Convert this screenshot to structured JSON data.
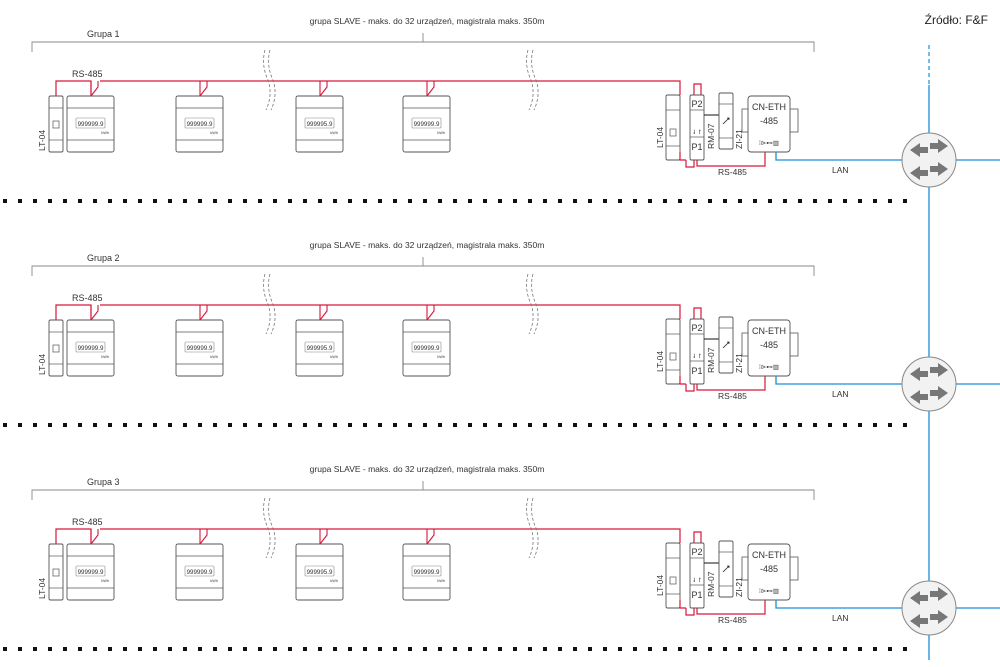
{
  "source": "Źródło: F&F",
  "colors": {
    "rs485": "#d6173c",
    "lan": "#1a8fd8",
    "outline": "#555555",
    "bracket": "#888888",
    "separator": "#111111",
    "switch_fill": "#f2f2f2",
    "switch_arrow": "#777777"
  },
  "groups": [
    {
      "name": "Grupa 1",
      "caption": "grupa SLAVE - maks. do 32 urządzeń, magistrala maks. 350m",
      "bus_label": "RS-485",
      "terminator_label": "LT-04",
      "meters": [
        {
          "display": "999999.9",
          "unit": "kWh"
        },
        {
          "display": "999999.9",
          "unit": "kWh"
        },
        {
          "display": "999995.9",
          "unit": "kWh"
        },
        {
          "display": "999999.9",
          "unit": "kWh"
        }
      ],
      "end_terminator_label": "LT-04",
      "repeater": {
        "top": "P2",
        "bottom": "P1",
        "label": "RM-07"
      },
      "psu_label": "ZI-21",
      "converter": {
        "line1": "CN-ETH",
        "line2": "-485"
      },
      "bottom_bus_label": "RS-485",
      "lan_label": "LAN"
    },
    {
      "name": "Grupa 2",
      "caption": "grupa SLAVE - maks. do 32 urządzeń, magistrala maks. 350m",
      "bus_label": "RS-485",
      "terminator_label": "LT-04",
      "meters": [
        {
          "display": "999999.9",
          "unit": "kWh"
        },
        {
          "display": "999999.9",
          "unit": "kWh"
        },
        {
          "display": "999995.9",
          "unit": "kWh"
        },
        {
          "display": "999999.9",
          "unit": "kWh"
        }
      ],
      "end_terminator_label": "LT-04",
      "repeater": {
        "top": "P2",
        "bottom": "P1",
        "label": "RM-07"
      },
      "psu_label": "ZI-21",
      "converter": {
        "line1": "CN-ETH",
        "line2": "-485"
      },
      "bottom_bus_label": "RS-485",
      "lan_label": "LAN"
    },
    {
      "name": "Grupa 3",
      "caption": "grupa SLAVE - maks. do 32 urządzeń, magistrala maks. 350m",
      "bus_label": "RS-485",
      "terminator_label": "LT-04",
      "meters": [
        {
          "display": "999999.9",
          "unit": "kWh"
        },
        {
          "display": "999999.9",
          "unit": "kWh"
        },
        {
          "display": "999995.9",
          "unit": "kWh"
        },
        {
          "display": "999999.9",
          "unit": "kWh"
        }
      ],
      "end_terminator_label": "LT-04",
      "repeater": {
        "top": "P2",
        "bottom": "P1",
        "label": "RM-07"
      },
      "psu_label": "ZI-21",
      "converter": {
        "line1": "CN-ETH",
        "line2": "-485"
      },
      "bottom_bus_label": "RS-485",
      "lan_label": "LAN"
    }
  ]
}
